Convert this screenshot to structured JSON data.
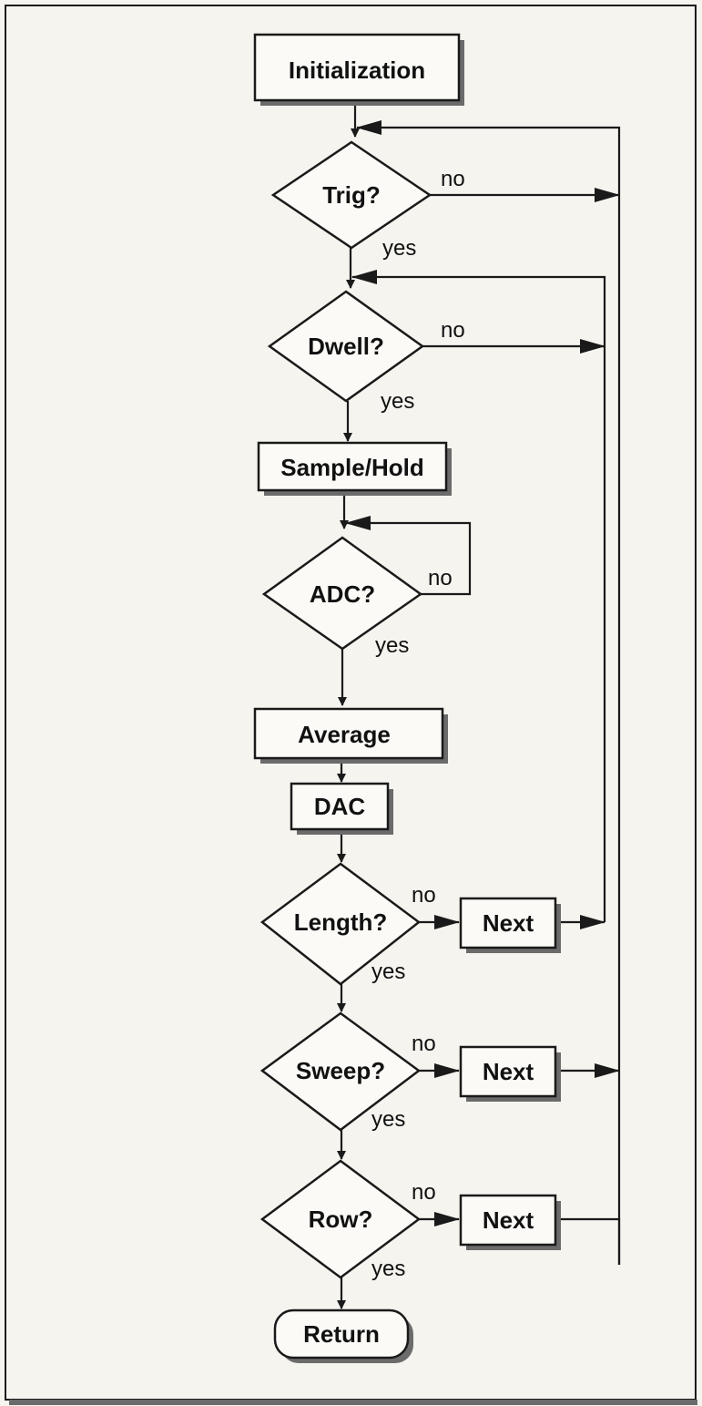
{
  "flowchart": {
    "nodes": {
      "initialization": "Initialization",
      "trig": "Trig?",
      "dwell": "Dwell?",
      "sample_hold": "Sample/Hold",
      "adc": "ADC?",
      "average": "Average",
      "dac": "DAC",
      "length": "Length?",
      "next_length": "Next",
      "sweep": "Sweep?",
      "next_sweep": "Next",
      "row": "Row?",
      "next_row": "Next",
      "return": "Return"
    },
    "branch_labels": {
      "trig_no": "no",
      "trig_yes": "yes",
      "dwell_no": "no",
      "dwell_yes": "yes",
      "adc_no": "no",
      "adc_yes": "yes",
      "length_no": "no",
      "length_yes": "yes",
      "sweep_no": "no",
      "sweep_yes": "yes",
      "row_no": "no",
      "row_yes": "yes"
    }
  }
}
